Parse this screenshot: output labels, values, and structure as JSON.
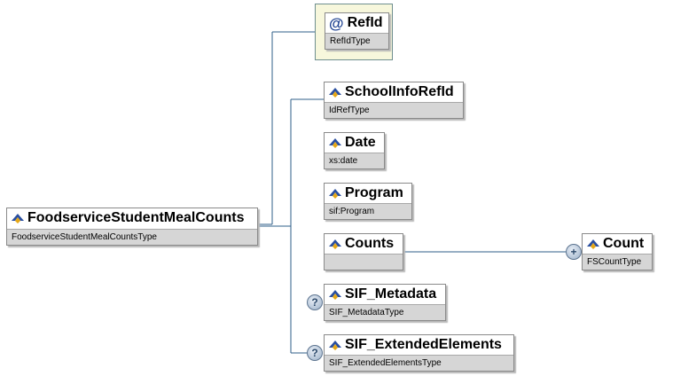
{
  "root": {
    "name": "FoodserviceStudentMealCounts",
    "type": "FoodserviceStudentMealCountsType"
  },
  "attribute": {
    "symbol": "@",
    "name": "RefId",
    "type": "RefIdType"
  },
  "elements": [
    {
      "name": "SchoolInfoRefId",
      "type": "IdRefType"
    },
    {
      "name": "Date",
      "type": "xs:date"
    },
    {
      "name": "Program",
      "type": "sif:Program"
    },
    {
      "name": "Counts",
      "type": ""
    },
    {
      "name": "SIF_Metadata",
      "type": "SIF_MetadataType",
      "optional": true
    },
    {
      "name": "SIF_ExtendedElements",
      "type": "SIF_ExtendedElementsType",
      "optional": true
    }
  ],
  "child": {
    "name": "Count",
    "type": "FSCountType"
  },
  "badges": {
    "optional": "?",
    "expand": "+"
  },
  "colors": {
    "connector": "#2f5f8a",
    "icon_blue": "#2a4fa0",
    "icon_gold": "#e6a817"
  }
}
